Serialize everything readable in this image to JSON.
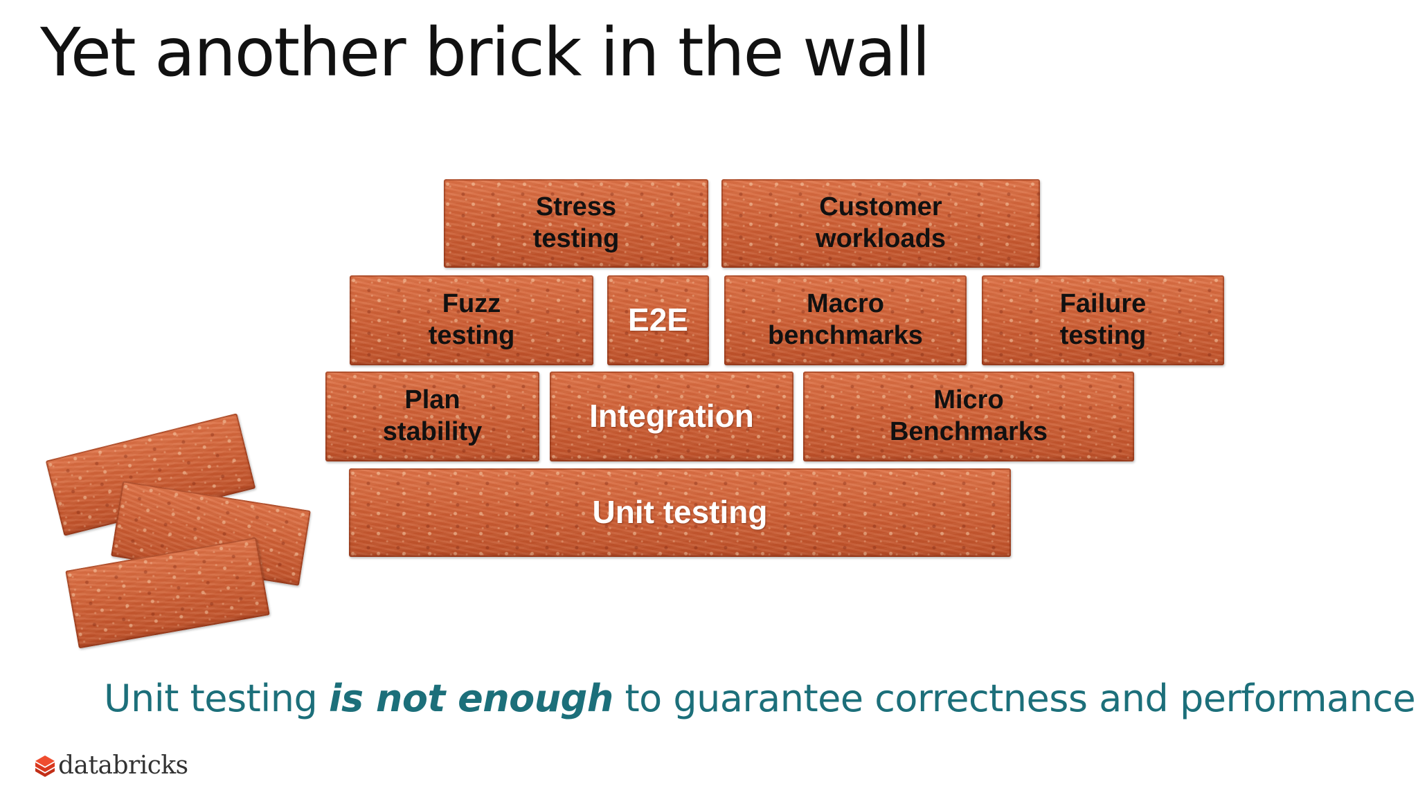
{
  "slide": {
    "title": "Yet another brick in the wall"
  },
  "bricks": {
    "stress_testing": [
      "Stress",
      "testing"
    ],
    "customer_workloads": [
      "Customer",
      "workloads"
    ],
    "fuzz_testing": [
      "Fuzz",
      "testing"
    ],
    "e2e": "E2E",
    "macro_benchmarks": [
      "Macro",
      "benchmarks"
    ],
    "failure_testing": [
      "Failure",
      "testing"
    ],
    "plan_stability": [
      "Plan",
      "stability"
    ],
    "integration": "Integration",
    "micro_benchmarks": [
      "Micro",
      "Benchmarks"
    ],
    "unit_testing": "Unit testing"
  },
  "tagline": {
    "before": "Unit testing ",
    "emphasis": "is not enough",
    "after": " to guarantee correctness and performance"
  },
  "logo": {
    "text": "databricks"
  },
  "colors": {
    "title": "#111111",
    "tagline": "#1c6f7a",
    "brick": "#d0633b",
    "logo_icon": "#e0402a"
  }
}
